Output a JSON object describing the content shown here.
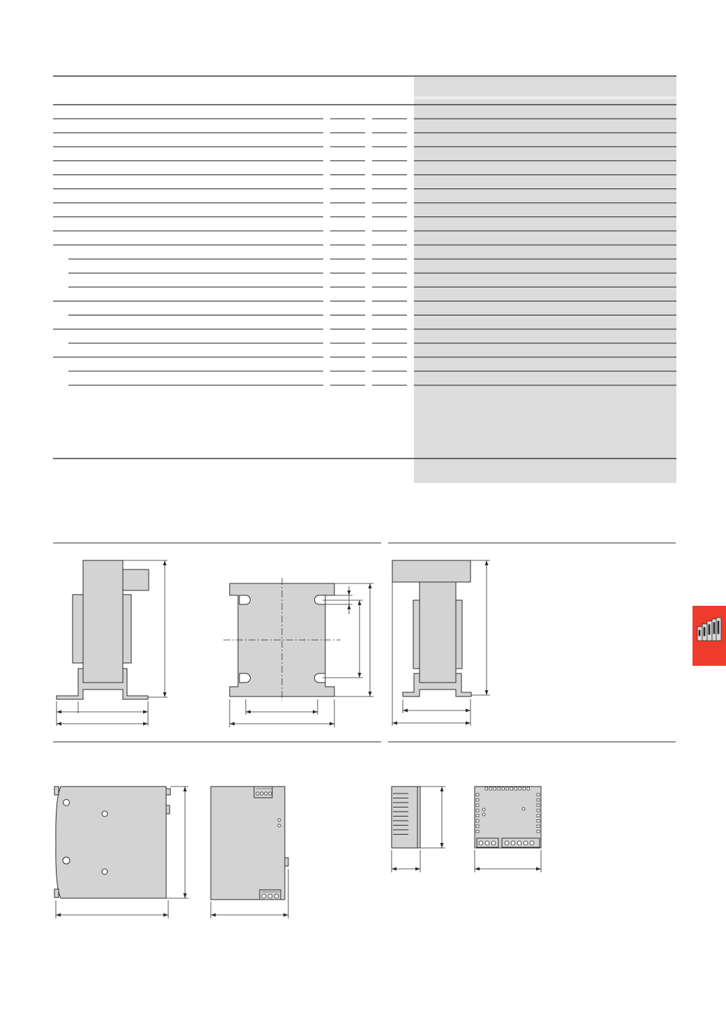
{
  "spec_table": {
    "top_rule_color": "#404040",
    "rule_color": "#1a1a1a",
    "shaded_column_color": "#dcdcdc",
    "data_columns": 3,
    "group_row_counts": [
      9,
      4,
      2,
      2,
      3
    ],
    "cell_text": []
  },
  "drawings": {
    "fill_color": "#d3d3d3",
    "line_color": "#2a2a2a",
    "views": [
      {
        "name": "transformer-side-view"
      },
      {
        "name": "mounting-plate-view"
      },
      {
        "name": "transformer-front-view"
      },
      {
        "name": "power-supply-side-view"
      },
      {
        "name": "power-supply-front-view"
      },
      {
        "name": "module-side-view"
      },
      {
        "name": "module-front-view"
      }
    ]
  },
  "side_tab": {
    "color": "#ef3b2c",
    "icon": "plc-rack-icon"
  }
}
